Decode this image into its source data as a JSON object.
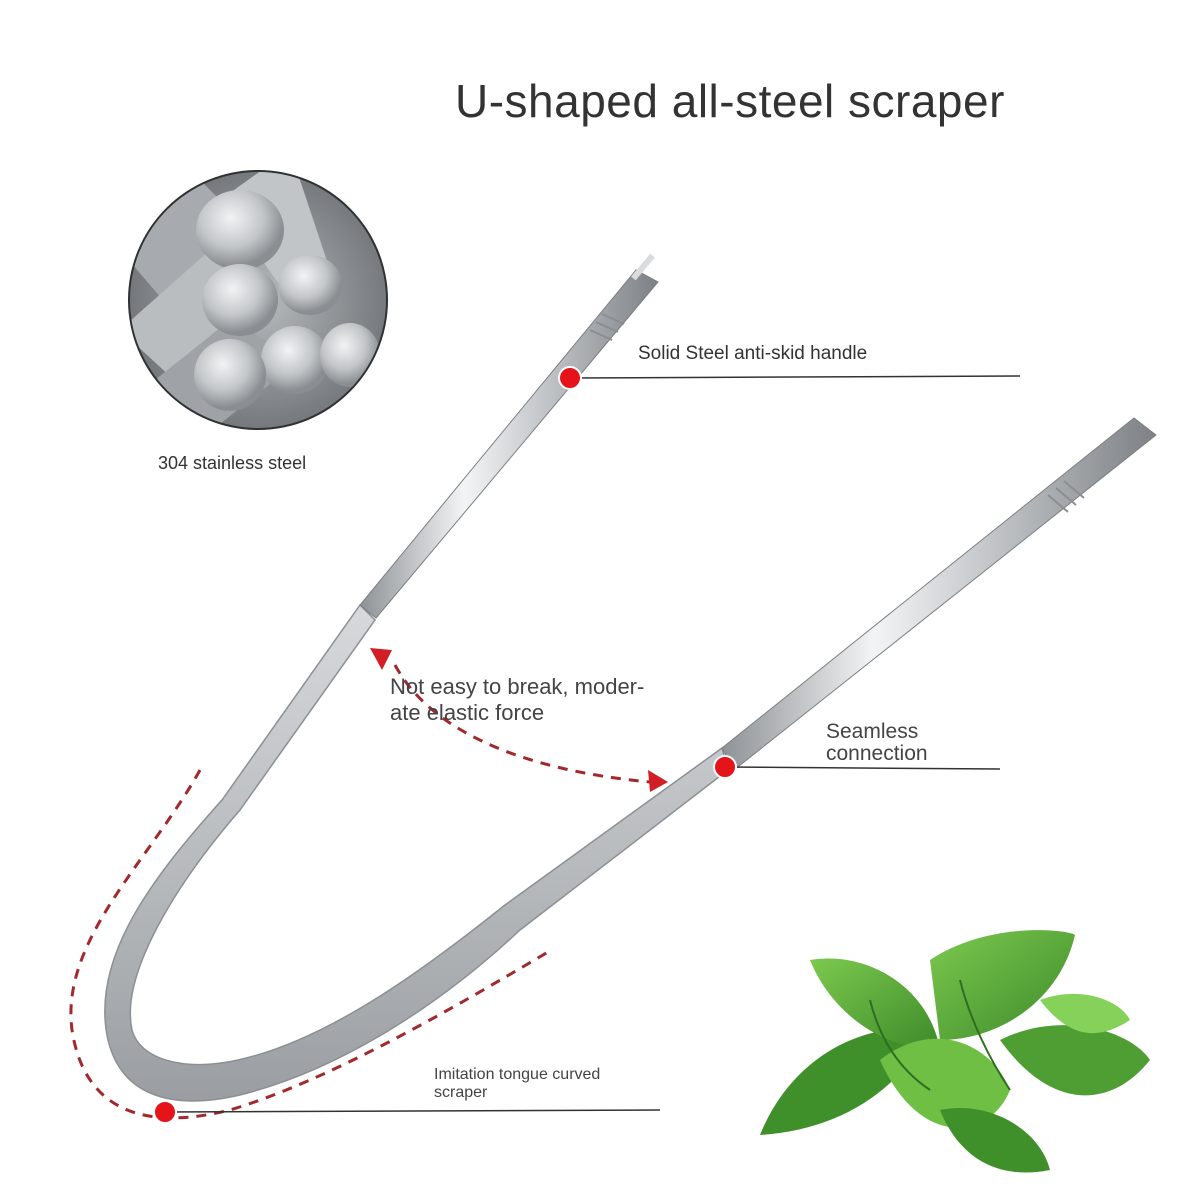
{
  "title": "U-shaped all-steel scraper",
  "callouts": {
    "material": "304 stainless steel",
    "handle": "Solid Steel anti-skid handle",
    "elastic_line1": "Not easy to break, moder-",
    "elastic_line2": "ate elastic force",
    "seamless_line1": "Seamless",
    "seamless_line2": "connection",
    "scraper_line1": "Imitation tongue curved",
    "scraper_line2": "scraper"
  },
  "colors": {
    "marker": "#e5141b",
    "dashed_arc": "#a3282b",
    "steel": "#c9cbcd",
    "mint": "#5aa83a"
  }
}
